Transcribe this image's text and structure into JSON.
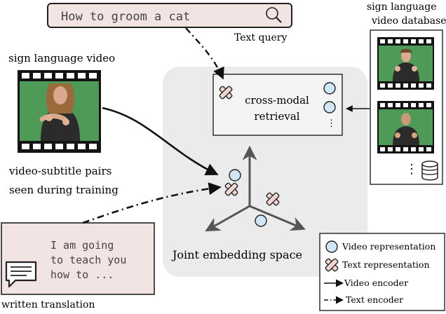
{
  "query": {
    "text": "How to groom a cat",
    "caption": "Text query"
  },
  "input_video": {
    "caption": "sign language video"
  },
  "training": {
    "caption_line1": "video-subtitle pairs",
    "caption_line2": "seen during training"
  },
  "translation": {
    "line1": "I am going",
    "line2": "to teach you",
    "line3": "how to ...",
    "caption": "written translation"
  },
  "database": {
    "caption_line1": "sign language",
    "caption_line2": "video database",
    "more": "⋮"
  },
  "retrieval": {
    "line1": "cross-modal",
    "line2": "retrieval",
    "more": "⋮"
  },
  "embedding": {
    "caption": "Joint  embedding space"
  },
  "legend": {
    "video_rep": "Video representation",
    "text_rep": "Text representation",
    "video_enc": "Video encoder",
    "text_enc": "Text encoder"
  },
  "colors": {
    "query_fill": "#f2e4e2",
    "panel_fill": "#ebebeb",
    "circle_fill": "#cfe6f7",
    "cross_fill": "#f3d6d2",
    "axis_gray": "#555555",
    "film_green": "#4f9a57"
  }
}
